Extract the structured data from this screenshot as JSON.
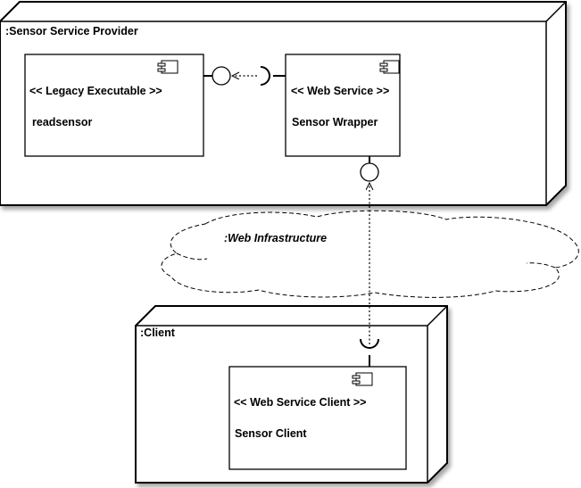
{
  "provider_node": {
    "name": ":Sensor Service Provider"
  },
  "legacy_component": {
    "stereotype": "<< Legacy Executable >>",
    "name": "readsensor"
  },
  "web_service_component": {
    "stereotype": "<< Web Service >>",
    "name": "Sensor Wrapper"
  },
  "infrastructure": {
    "label": ":Web Infrastructure"
  },
  "client_node": {
    "name": ":Client"
  },
  "client_component": {
    "stereotype": "<< Web Service Client >>",
    "name": "Sensor Client"
  }
}
